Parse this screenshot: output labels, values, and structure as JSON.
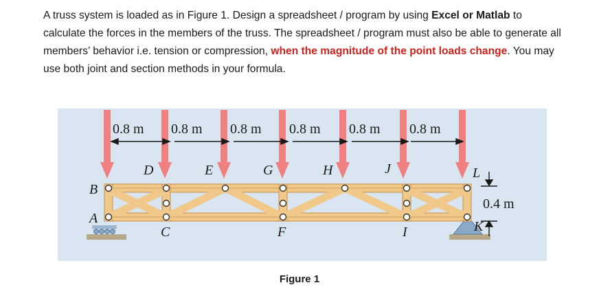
{
  "problem": {
    "p1": "A truss system is loaded as in Figure 1. Design a spreadsheet / program by using ",
    "b1": "Excel or Matlab",
    "p2": " to calculate the forces in the members of the truss. The spreadsheet / program must also be able to generate all members’ behavior i.e. tension or compression, ",
    "red": "when the magnitude of the point loads change",
    "p3": ". You may use both joint and section methods in your formula."
  },
  "figure": {
    "caption": "Figure 1",
    "spacing_labels": [
      "0.8 m",
      "0.8 m",
      "0.8 m",
      "0.8 m",
      "0.8 m",
      "0.8 m"
    ],
    "height_label": "0.4 m",
    "top_joints": [
      "B",
      "D",
      "E",
      "G",
      "H",
      "J",
      "L"
    ],
    "bottom_joints": [
      "A",
      "C",
      "F",
      "I",
      "K"
    ],
    "colors": {
      "background": "#d9e6f2",
      "wood": "#f0c98a",
      "wood_edge": "#c98f45",
      "load_arrow": "#f08080",
      "support": "#8aa9c8",
      "ground": "#b8a88a"
    }
  }
}
